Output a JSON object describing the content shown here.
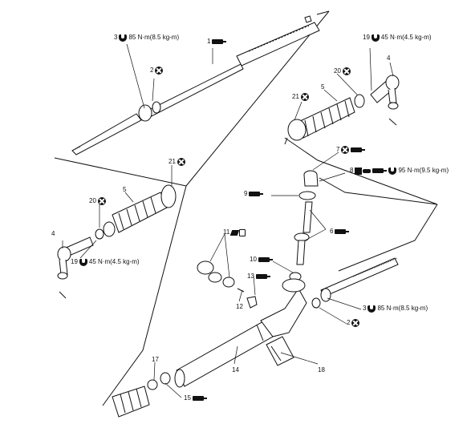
{
  "callouts": {
    "c1": {
      "num": "1"
    },
    "c2a": {
      "num": "2"
    },
    "c2b": {
      "num": "2"
    },
    "c3a": {
      "num": "3",
      "torque": "85 N·m(8.5 kg-m)"
    },
    "c3b": {
      "num": "3",
      "torque": "85 N·m(8.5 kg-m)"
    },
    "c4a": {
      "num": "4"
    },
    "c4b": {
      "num": "4"
    },
    "c5a": {
      "num": "5"
    },
    "c5b": {
      "num": "5"
    },
    "c6": {
      "num": "6"
    },
    "c7": {
      "num": "7"
    },
    "c8": {
      "num": "8",
      "torque": "95 N·m(9.5 kg-m)"
    },
    "c9": {
      "num": "9"
    },
    "c10": {
      "num": "10"
    },
    "c11": {
      "num": "11"
    },
    "c12": {
      "num": "12"
    },
    "c13": {
      "num": "13"
    },
    "c14": {
      "num": "14"
    },
    "c15": {
      "num": "15"
    },
    "c17": {
      "num": "17"
    },
    "c18": {
      "num": "18"
    },
    "c19a": {
      "num": "19",
      "torque": "45 N·m(4.5 kg-m)"
    },
    "c19b": {
      "num": "19",
      "torque": "45 N·m(4.5 kg-m)"
    },
    "c20a": {
      "num": "20"
    },
    "c20b": {
      "num": "20"
    },
    "c21a": {
      "num": "21"
    },
    "c21b": {
      "num": "21"
    }
  },
  "icons": {
    "torque": "torque-wrench-icon",
    "replace": "do-not-reuse-icon",
    "grease": "apply-grease-icon",
    "sealant": "apply-sealant-icon",
    "fluid": "apply-fluid-icon"
  }
}
